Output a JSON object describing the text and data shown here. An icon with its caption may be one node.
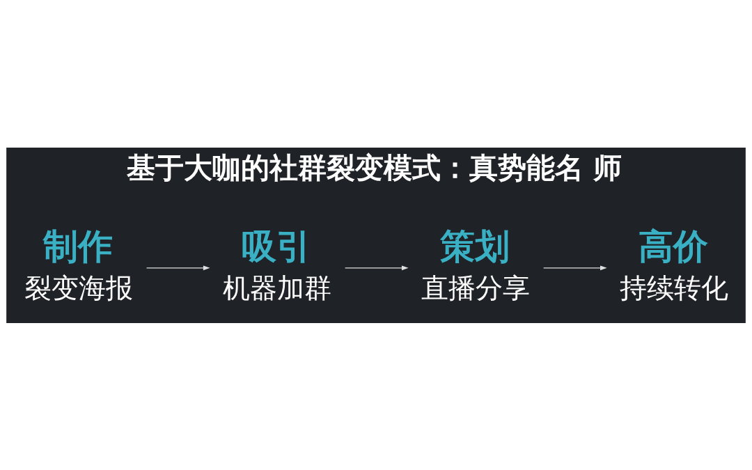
{
  "diagram": {
    "title": "基于大咖的社群裂变模式：真势能名 师",
    "nodes": [
      {
        "text": [
          "制作",
          "裂变海报"
        ]
      },
      {
        "text": [
          "吸引",
          "机器加群"
        ]
      },
      {
        "text": [
          "策划",
          "直播分享"
        ]
      },
      {
        "text": [
          "高价",
          "持续转化"
        ]
      }
    ],
    "edges": [
      {
        "from": 0,
        "to": 1,
        "arrow": "to"
      },
      {
        "from": 1,
        "to": 2,
        "arrow": "to"
      },
      {
        "from": 2,
        "to": 3,
        "arrow": "to"
      }
    ]
  }
}
